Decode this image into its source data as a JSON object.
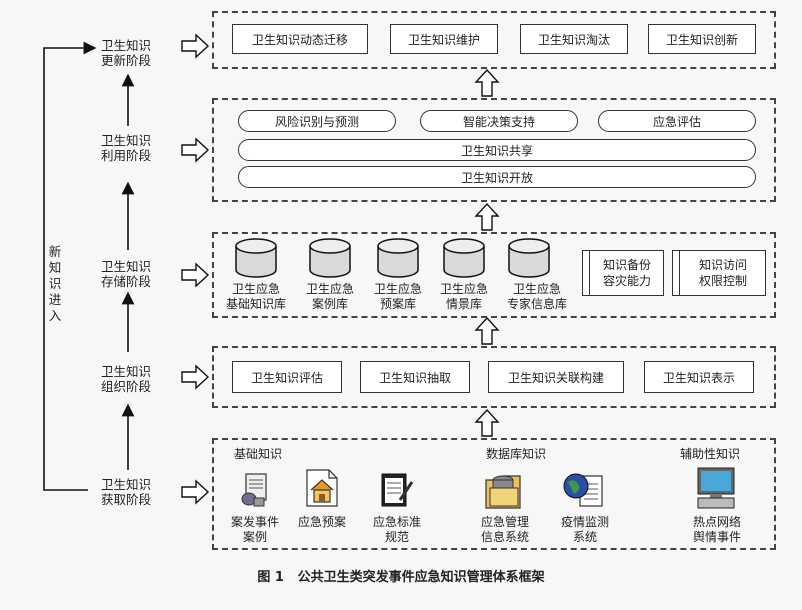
{
  "stages": {
    "update": [
      "卫生知识",
      "更新阶段"
    ],
    "use": [
      "卫生知识",
      "利用阶段"
    ],
    "store": [
      "卫生知识",
      "存储阶段"
    ],
    "organize": [
      "卫生知识",
      "组织阶段"
    ],
    "acquire": [
      "卫生知识",
      "获取阶段"
    ]
  },
  "feedback_label": [
    "新",
    "知",
    "识",
    "进",
    "入"
  ],
  "update_boxes": [
    "卫生知识动态迁移",
    "卫生知识维护",
    "卫生知识淘汰",
    "卫生知识创新"
  ],
  "use_layer": {
    "pills": [
      "风险识别与预测",
      "智能决策支持",
      "应急评估"
    ],
    "share": "卫生知识共享",
    "open": "卫生知识开放"
  },
  "databases": [
    [
      "卫生应急",
      "基础知识库"
    ],
    [
      "卫生应急",
      "案例库"
    ],
    [
      "卫生应急",
      "预案库"
    ],
    [
      "卫生应急",
      "情景库"
    ],
    [
      "卫生应急",
      "专家信息库"
    ]
  ],
  "store_boxes": [
    [
      "知识备份",
      "容灾能力"
    ],
    [
      "知识访问",
      "权限控制"
    ]
  ],
  "organize_boxes": [
    "卫生知识评估",
    "卫生知识抽取",
    "卫生知识关联构建",
    "卫生知识表示"
  ],
  "acquire_layer": {
    "categories": [
      "基础知识",
      "数据库知识",
      "辅助性知识"
    ],
    "sources": [
      {
        "icon": "document-icon",
        "label": [
          "案发事件",
          "案例"
        ]
      },
      {
        "icon": "house-icon",
        "label": [
          "应急预案",
          ""
        ]
      },
      {
        "icon": "notepad-icon",
        "label": [
          "应急标准",
          "规范"
        ]
      },
      {
        "icon": "database-folder-icon",
        "label": [
          "应急管理",
          "信息系统"
        ]
      },
      {
        "icon": "globe-icon",
        "label": [
          "疫情监测",
          "系统"
        ]
      },
      {
        "icon": "computer-icon",
        "label": [
          "热点网络",
          "舆情事件"
        ]
      }
    ]
  },
  "caption": {
    "number": "图 1",
    "title": "公共卫生类突发事件应急知识管理体系框架"
  }
}
